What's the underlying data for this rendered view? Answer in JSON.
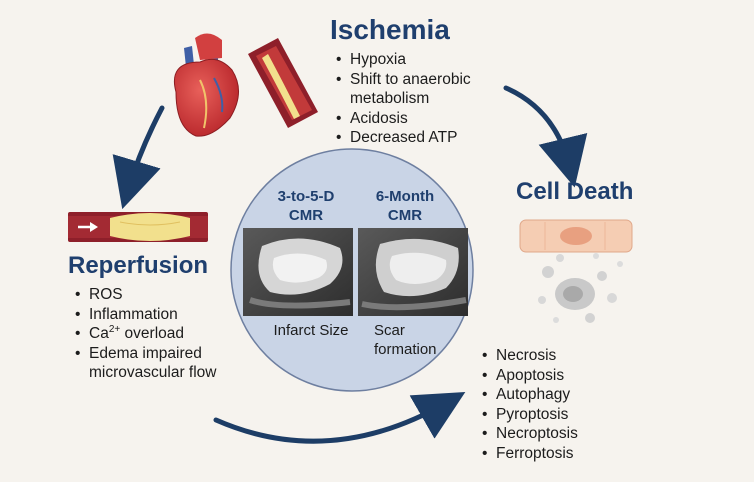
{
  "ischemia": {
    "title": "Ischemia",
    "items": [
      "Hypoxia",
      "Shift to anaerobic metabolism",
      "Acidosis",
      "Decreased ATP"
    ]
  },
  "reperfusion": {
    "title": "Reperfusion",
    "items": [
      "ROS",
      "Inflammation",
      "Ca",
      "overload",
      "Edema impaired microvascular flow"
    ],
    "ca_superscript": "2+"
  },
  "cell_death": {
    "title": "Cell Death",
    "items": [
      "Necrosis",
      "Apoptosis",
      "Autophagy",
      "Pyroptosis",
      "Necroptosis",
      "Ferroptosis"
    ]
  },
  "cmr": {
    "left_heading_line1": "3-to-5-D",
    "left_heading_line2": "CMR",
    "left_caption": "Infarct Size",
    "right_heading_line1": "6-Month",
    "right_heading_line2": "CMR",
    "right_caption": "Scar formation"
  },
  "colors": {
    "heading_navy": "#1f3f6e",
    "arrow_navy": "#1d3d66",
    "circle_fill": "#c9d4e6",
    "vessel_red": "#8e1f2a",
    "plaque_yellow": "#f2e08d"
  }
}
